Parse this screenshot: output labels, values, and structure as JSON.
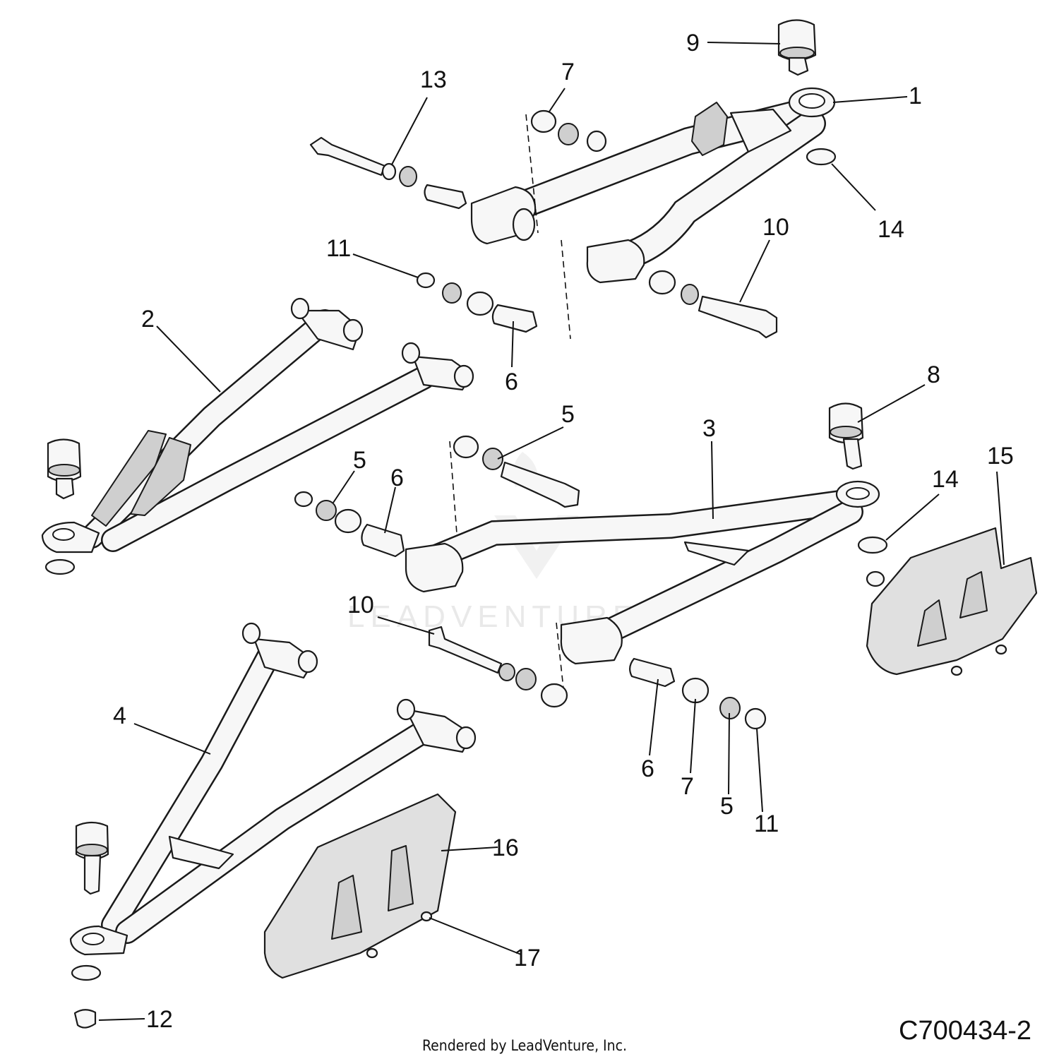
{
  "drawing_number": "C700434-2",
  "credit": "Rendered by LeadVenture, Inc.",
  "watermark": "LEADVENTURE",
  "callouts": [
    {
      "id": "c1",
      "text": "1"
    },
    {
      "id": "c2",
      "text": "2"
    },
    {
      "id": "c3",
      "text": "3"
    },
    {
      "id": "c4",
      "text": "4"
    },
    {
      "id": "c5a",
      "text": "5"
    },
    {
      "id": "c5b",
      "text": "5"
    },
    {
      "id": "c5c",
      "text": "5"
    },
    {
      "id": "c6a",
      "text": "6"
    },
    {
      "id": "c6b",
      "text": "6"
    },
    {
      "id": "c6c",
      "text": "6"
    },
    {
      "id": "c7a",
      "text": "7"
    },
    {
      "id": "c7b",
      "text": "7"
    },
    {
      "id": "c8",
      "text": "8"
    },
    {
      "id": "c9",
      "text": "9"
    },
    {
      "id": "c10a",
      "text": "10"
    },
    {
      "id": "c10b",
      "text": "10"
    },
    {
      "id": "c11a",
      "text": "11"
    },
    {
      "id": "c11b",
      "text": "11"
    },
    {
      "id": "c12",
      "text": "12"
    },
    {
      "id": "c13",
      "text": "13"
    },
    {
      "id": "c14a",
      "text": "14"
    },
    {
      "id": "c14b",
      "text": "14"
    },
    {
      "id": "c15",
      "text": "15"
    },
    {
      "id": "c16",
      "text": "16"
    },
    {
      "id": "c17",
      "text": "17"
    }
  ]
}
